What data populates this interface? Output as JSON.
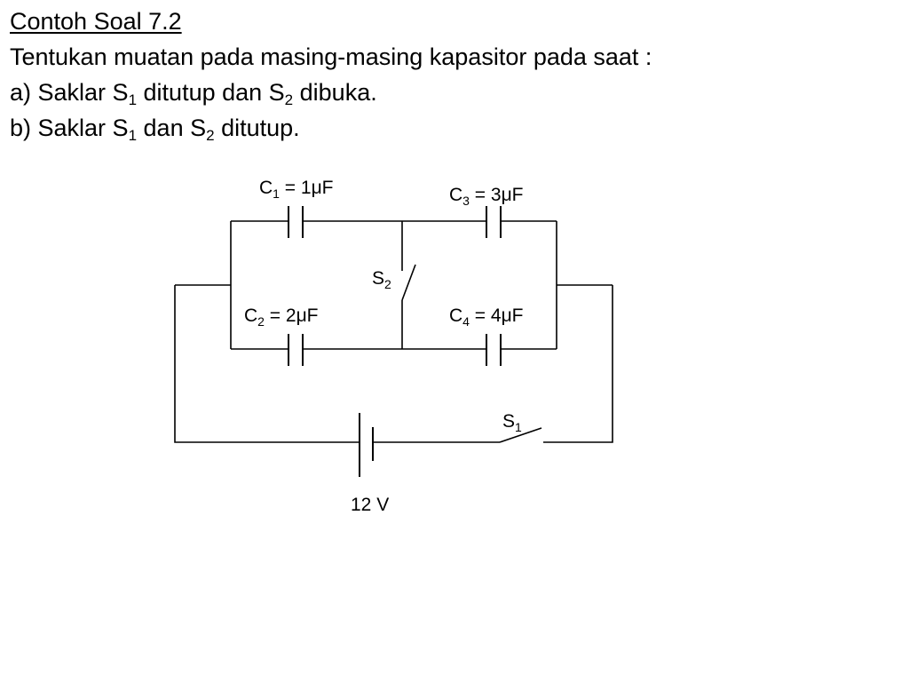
{
  "problem": {
    "title": "Contoh Soal 7.2",
    "question": "Tentukan muatan pada masing-masing kapasitor pada saat :",
    "part_a": {
      "prefix": "a) Saklar S",
      "s1_sub": "1",
      "mid": " ditutup dan S",
      "s2_sub": "2",
      "suffix": " dibuka."
    },
    "part_b": {
      "prefix": "b) Saklar S",
      "s1_sub": "1",
      "mid": " dan S",
      "s2_sub": "2",
      "suffix": " ditutup."
    }
  },
  "circuit": {
    "c1": {
      "symbol": "C",
      "sub": "1",
      "value": " = 1μF"
    },
    "c2": {
      "symbol": "C",
      "sub": "2",
      "value": " = 2μF"
    },
    "c3": {
      "symbol": "C",
      "sub": "3",
      "value": " = 3μF"
    },
    "c4": {
      "symbol": "C",
      "sub": "4",
      "value": " = 4μF"
    },
    "s1": {
      "symbol": "S",
      "sub": "1"
    },
    "s2": {
      "symbol": "S",
      "sub": "2"
    },
    "battery": {
      "label": "12 V"
    }
  }
}
